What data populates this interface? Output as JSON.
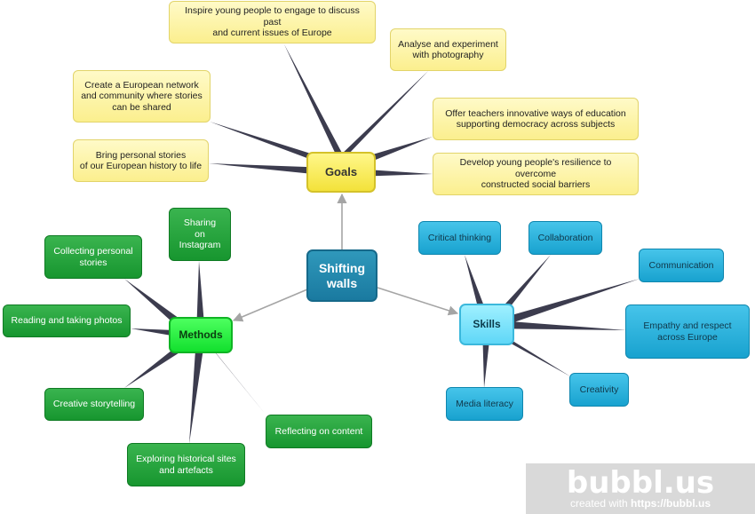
{
  "diagram": {
    "central": {
      "label": "Shifting\nwalls"
    },
    "hubs": {
      "goals": "Goals",
      "methods": "Methods",
      "skills": "Skills"
    },
    "goals": [
      "Inspire young people to engage to discuss past\nand current issues of Europe",
      "Analyse and experiment\nwith photography",
      "Create a European network\nand community where stories\ncan be shared",
      "Offer teachers innovative ways of education\nsupporting democracy across subjects",
      "Bring personal stories\nof our European history to life",
      "Develop young people's resilience to overcome\nconstructed social barriers"
    ],
    "methods": [
      "Sharing\non\nInstagram",
      "Collecting personal\nstories",
      "Reading and taking photos",
      "Creative storytelling",
      "Exploring historical sites\nand artefacts",
      "Reflecting on content"
    ],
    "skills": [
      "Critical thinking",
      "Collaboration",
      "Communication",
      "Empathy and respect\nacross Europe",
      "Media literacy",
      "Creativity"
    ]
  },
  "colors": {
    "goals": "#fbef8e",
    "methods": "#17962f",
    "skills": "#18a2cf",
    "central": "#1a7aa0"
  },
  "watermark": {
    "logo": "bubbl.us",
    "credit_prefix": "created with ",
    "credit_url": "https://bubbl.us"
  }
}
